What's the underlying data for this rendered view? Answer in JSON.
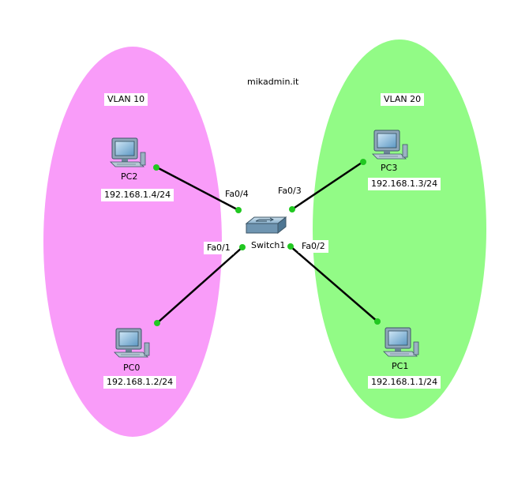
{
  "watermark": "mikadmin.it",
  "colors": {
    "vlan10_zone": "#f99cf9",
    "vlan20_zone": "#92fb86",
    "link": "#000000",
    "link_up": "#21c821"
  },
  "vlans": [
    {
      "label": "VLAN 10"
    },
    {
      "label": "VLAN 20"
    }
  ],
  "devices": {
    "switch": {
      "name": "Switch1",
      "icon": "switch-icon"
    },
    "pc2": {
      "name": "PC2",
      "ip": "192.168.1.4/24",
      "icon": "pc-icon"
    },
    "pc0": {
      "name": "PC0",
      "ip": "192.168.1.2/24",
      "icon": "pc-icon"
    },
    "pc3": {
      "name": "PC3",
      "ip": "192.168.1.3/24",
      "icon": "pc-icon"
    },
    "pc1": {
      "name": "PC1",
      "ip": "192.168.1.1/24",
      "icon": "pc-icon"
    }
  },
  "ports": {
    "fa04": "Fa0/4",
    "fa03": "Fa0/3",
    "fa01": "Fa0/1",
    "fa02": "Fa0/2"
  }
}
